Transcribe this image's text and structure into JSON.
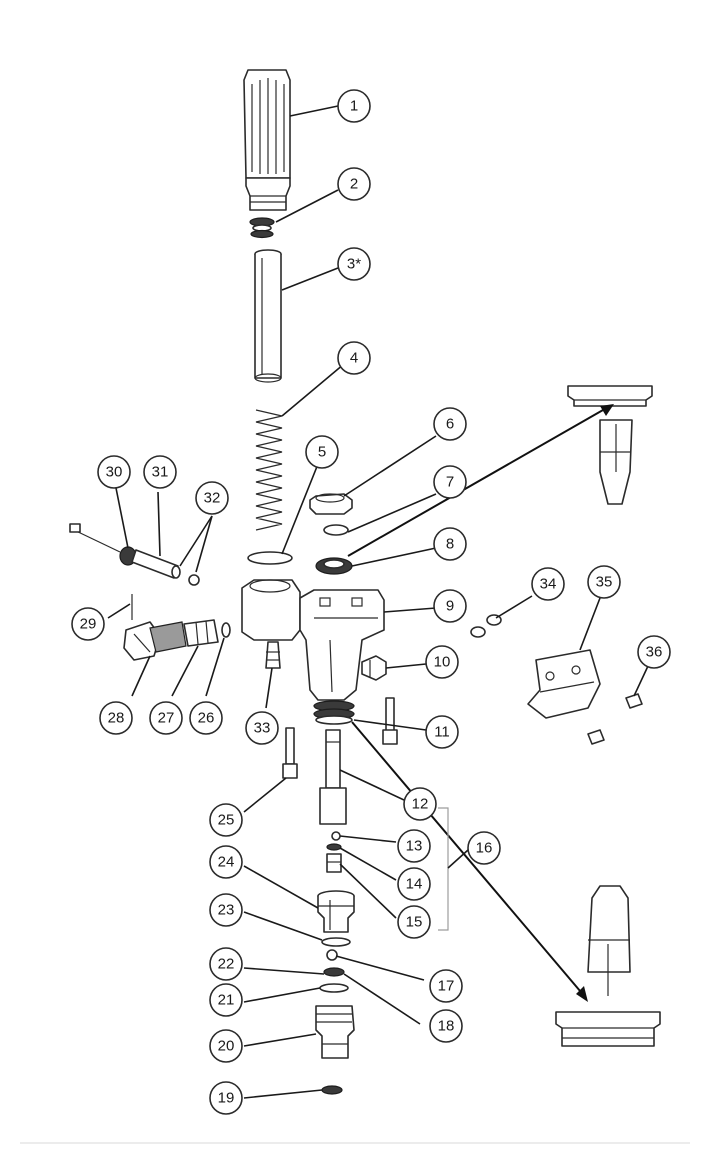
{
  "diagram": {
    "callouts": [
      {
        "label": "1"
      },
      {
        "label": "2"
      },
      {
        "label": "3*"
      },
      {
        "label": "4"
      },
      {
        "label": "5"
      },
      {
        "label": "6"
      },
      {
        "label": "7"
      },
      {
        "label": "8"
      },
      {
        "label": "9"
      },
      {
        "label": "10"
      },
      {
        "label": "11"
      },
      {
        "label": "12"
      },
      {
        "label": "13"
      },
      {
        "label": "14"
      },
      {
        "label": "15"
      },
      {
        "label": "16"
      },
      {
        "label": "17"
      },
      {
        "label": "18"
      },
      {
        "label": "19"
      },
      {
        "label": "20"
      },
      {
        "label": "21"
      },
      {
        "label": "22"
      },
      {
        "label": "23"
      },
      {
        "label": "24"
      },
      {
        "label": "25"
      },
      {
        "label": "26"
      },
      {
        "label": "27"
      },
      {
        "label": "28"
      },
      {
        "label": "29"
      },
      {
        "label": "30"
      },
      {
        "label": "31"
      },
      {
        "label": "32"
      },
      {
        "label": "33"
      },
      {
        "label": "34"
      },
      {
        "label": "35"
      },
      {
        "label": "36"
      }
    ],
    "colors": {
      "line": "#2b2b2b",
      "background": "#ffffff",
      "bracket": "#9c9c9c"
    }
  }
}
